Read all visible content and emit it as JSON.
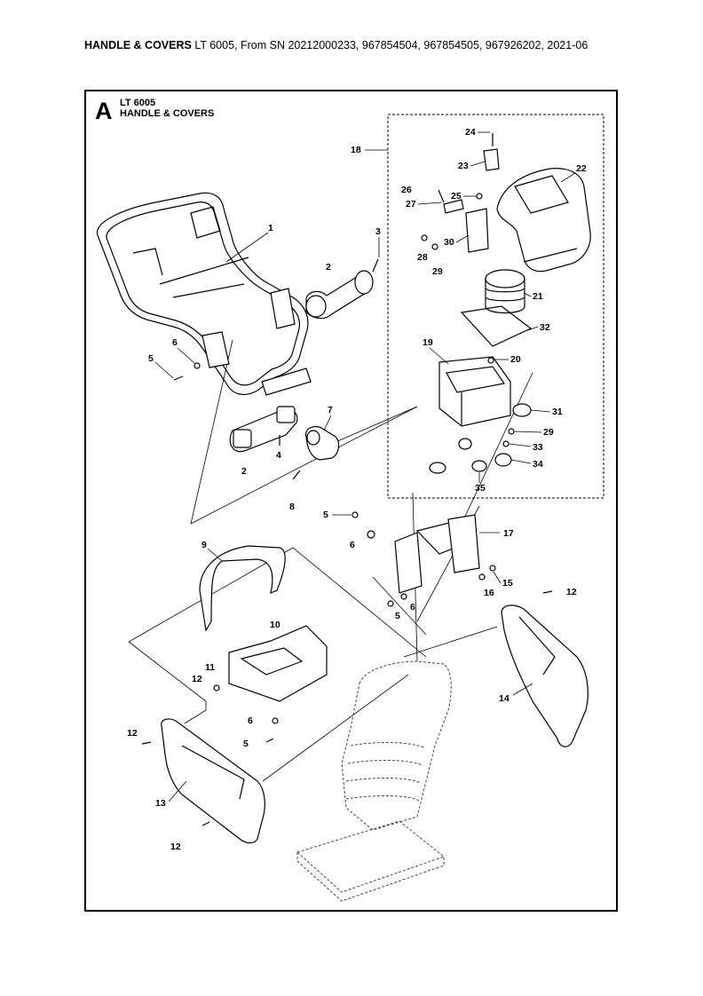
{
  "header": {
    "title_bold": "HANDLE & COVERS",
    "title_rest": " LT 6005, From SN 20212000233, 967854504, 967854505, 967926202, 2021-06"
  },
  "section": {
    "letter": "A",
    "model": "LT 6005",
    "name": "HANDLE & COVERS"
  },
  "callouts": [
    {
      "id": "c1",
      "label": "1"
    },
    {
      "id": "c2a",
      "label": "2"
    },
    {
      "id": "c2b",
      "label": "2"
    },
    {
      "id": "c3",
      "label": "3"
    },
    {
      "id": "c4",
      "label": "4"
    },
    {
      "id": "c5a",
      "label": "5"
    },
    {
      "id": "c5b",
      "label": "5"
    },
    {
      "id": "c5c",
      "label": "5"
    },
    {
      "id": "c5d",
      "label": "5"
    },
    {
      "id": "c6a",
      "label": "6"
    },
    {
      "id": "c6b",
      "label": "6"
    },
    {
      "id": "c6c",
      "label": "6"
    },
    {
      "id": "c6d",
      "label": "6"
    },
    {
      "id": "c7",
      "label": "7"
    },
    {
      "id": "c8",
      "label": "8"
    },
    {
      "id": "c9",
      "label": "9"
    },
    {
      "id": "c10",
      "label": "10"
    },
    {
      "id": "c11",
      "label": "11"
    },
    {
      "id": "c12a",
      "label": "12"
    },
    {
      "id": "c12b",
      "label": "12"
    },
    {
      "id": "c12c",
      "label": "12"
    },
    {
      "id": "c12d",
      "label": "12"
    },
    {
      "id": "c13",
      "label": "13"
    },
    {
      "id": "c14",
      "label": "14"
    },
    {
      "id": "c15",
      "label": "15"
    },
    {
      "id": "c16",
      "label": "16"
    },
    {
      "id": "c17",
      "label": "17"
    },
    {
      "id": "c18",
      "label": "18"
    },
    {
      "id": "c19",
      "label": "19"
    },
    {
      "id": "c20",
      "label": "20"
    },
    {
      "id": "c21",
      "label": "21"
    },
    {
      "id": "c22",
      "label": "22"
    },
    {
      "id": "c23",
      "label": "23"
    },
    {
      "id": "c24",
      "label": "24"
    },
    {
      "id": "c25",
      "label": "25"
    },
    {
      "id": "c26",
      "label": "26"
    },
    {
      "id": "c27",
      "label": "27"
    },
    {
      "id": "c28",
      "label": "28"
    },
    {
      "id": "c29a",
      "label": "29"
    },
    {
      "id": "c29b",
      "label": "29"
    },
    {
      "id": "c30",
      "label": "30"
    },
    {
      "id": "c31",
      "label": "31"
    },
    {
      "id": "c32",
      "label": "32"
    },
    {
      "id": "c33",
      "label": "33"
    },
    {
      "id": "c34",
      "label": "34"
    },
    {
      "id": "c35",
      "label": "35"
    }
  ]
}
